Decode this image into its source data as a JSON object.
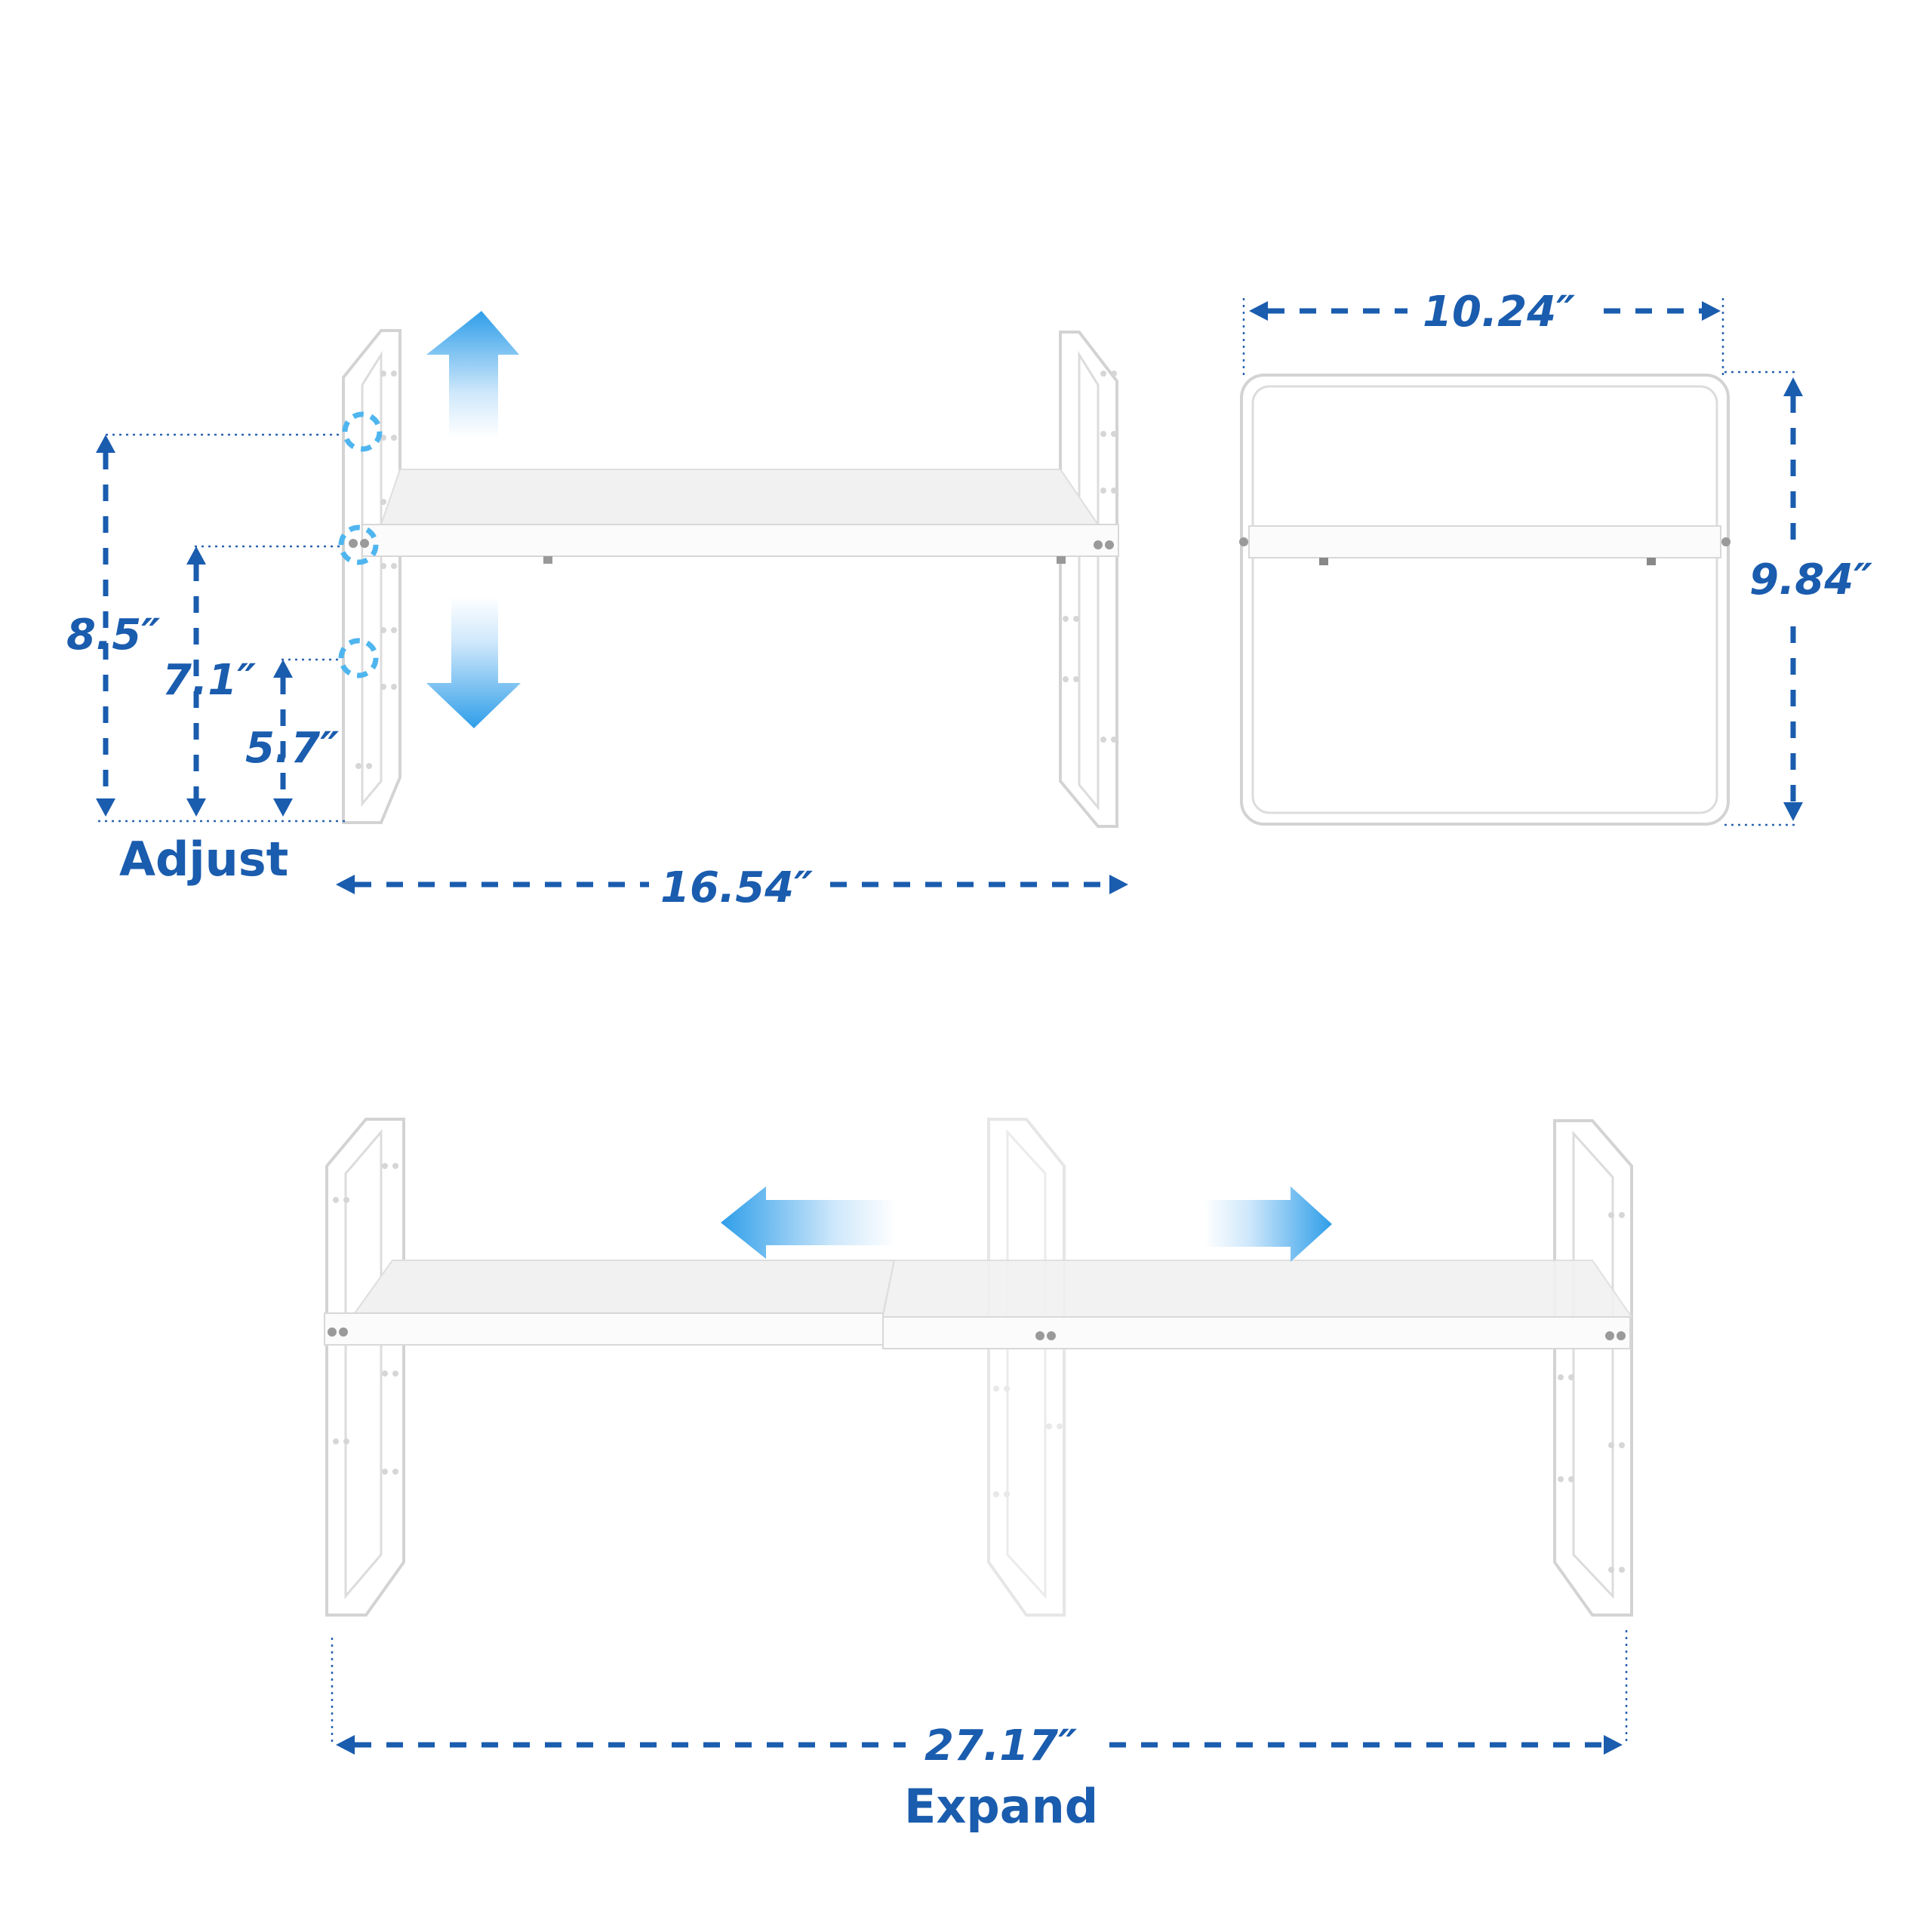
{
  "colors": {
    "dimension": "#1a5cae",
    "arrow_light": "#d6ecfb",
    "arrow_dark": "#3aa4ea",
    "marker": "#4fb5ef"
  },
  "top_left": {
    "height_labels": [
      "8.5″",
      "7.1″",
      "5.7″"
    ],
    "width_label": "16.54″",
    "caption": "Adjust"
  },
  "top_right": {
    "depth_label": "10.24″",
    "height_label": "9.84″"
  },
  "bottom": {
    "width_label": "27.17″",
    "caption": "Expand"
  },
  "icons": [
    "arrow-up-icon",
    "arrow-down-icon",
    "arrow-left-icon",
    "arrow-right-icon",
    "height-marker-icon"
  ]
}
